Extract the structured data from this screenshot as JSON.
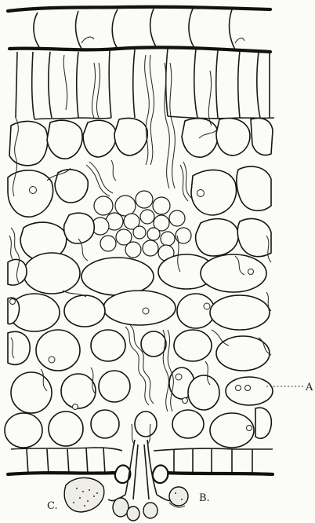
{
  "figure": {
    "labels": {
      "a": "A",
      "b": "B.",
      "c": "C."
    }
  }
}
